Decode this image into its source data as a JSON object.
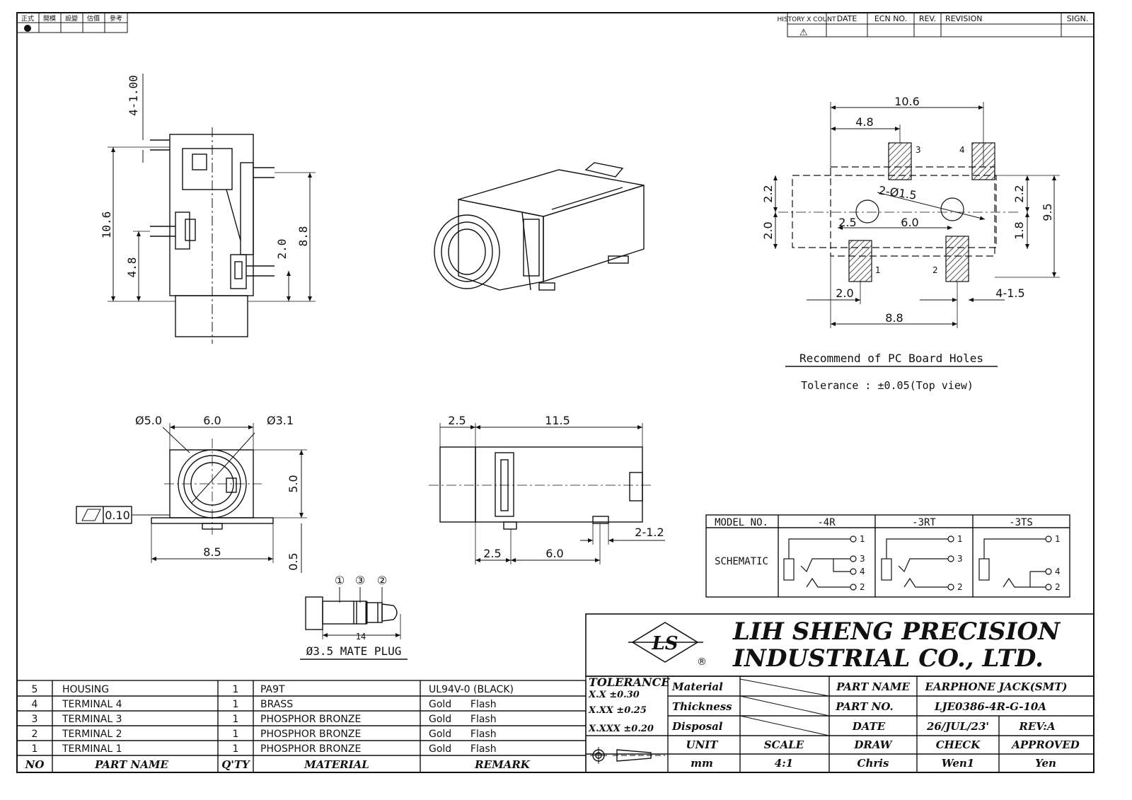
{
  "corner_stamp": {
    "labels": [
      "正式",
      "開模",
      "設變",
      "估價",
      "參考"
    ],
    "selected": "●"
  },
  "revision_block": {
    "headers": [
      "HISTORY X COUNT",
      "DATE",
      "ECN NO.",
      "REV.",
      "REVISION",
      "SIGN."
    ],
    "warning": "⚠"
  },
  "side_view": {
    "dims": [
      "4-1.00",
      "10.6",
      "4.8",
      "2.0",
      "8.8"
    ]
  },
  "top_view": {
    "dims": [
      "10.6",
      "4.8",
      "2.2",
      "2-Ø1.5",
      "2.2",
      "9.5",
      "2.0",
      "2.5",
      "6.0",
      "1.8",
      "2.0",
      "4-1.5",
      "8.8"
    ],
    "pin_labels": [
      "3",
      "4",
      "1",
      "2"
    ]
  },
  "pcb_note": {
    "title": "Recommend of PC Board Holes",
    "tolerance": "Tolerance : ±0.05(Top view)"
  },
  "front_view": {
    "dims": [
      "Ø5.0",
      "6.0",
      "Ø3.1",
      "5.0",
      "8.5",
      "0.5"
    ],
    "flatness": "0.10"
  },
  "bottom_view": {
    "dims": [
      "2.5",
      "11.5",
      "2-1.2",
      "2.5",
      "6.0"
    ]
  },
  "plug": {
    "markers": [
      "①",
      "③",
      "②"
    ],
    "length": "14",
    "label": "Ø3.5 MATE PLUG"
  },
  "schematic": {
    "model_label": "MODEL NO.",
    "models": [
      "-4R",
      "-3RT",
      "-3TS"
    ],
    "row_label": "SCHEMATIC",
    "pins": [
      [
        "1",
        "3",
        "4",
        "2"
      ],
      [
        "1",
        "3",
        "2"
      ],
      [
        "1",
        "4",
        "2"
      ]
    ]
  },
  "company": {
    "line1": "LIH SHENG PRECISION",
    "line2": "INDUSTRIAL CO., LTD.",
    "logo": "LS",
    "registered": "®"
  },
  "bom": {
    "rows": [
      {
        "no": "5",
        "name": "HOUSING",
        "qty": "1",
        "material": "PA9T",
        "remark": "UL94V-0 (BLACK)"
      },
      {
        "no": "4",
        "name": "TERMINAL 4",
        "qty": "1",
        "material": "BRASS",
        "remark": "Gold      Flash"
      },
      {
        "no": "3",
        "name": "TERMINAL 3",
        "qty": "1",
        "material": "PHOSPHOR BRONZE",
        "remark": "Gold      Flash"
      },
      {
        "no": "2",
        "name": "TERMINAL 2",
        "qty": "1",
        "material": "PHOSPHOR BRONZE",
        "remark": "Gold      Flash"
      },
      {
        "no": "1",
        "name": "TERMINAL 1",
        "qty": "1",
        "material": "PHOSPHOR BRONZE",
        "remark": "Gold      Flash"
      }
    ],
    "headers": {
      "no": "NO",
      "name": "PART NAME",
      "qty": "Q'TY",
      "material": "MATERIAL",
      "remark": "REMARK"
    }
  },
  "title_block": {
    "tolerance": "TOLERANCE",
    "tol_rows": [
      "X.X   ±0.30",
      "X.XX  ±0.25",
      "X.XXX ±0.20"
    ],
    "material": "Material",
    "thickness": "Thickness",
    "disposal": "Disposal",
    "part_name_label": "PART NAME",
    "part_name": "EARPHONE JACK(SMT)",
    "part_no_label": "PART NO.",
    "part_no": "LJE0386-4R-G-10A",
    "date_label": "DATE",
    "date": "26/JUL/23'",
    "rev": "REV:A",
    "unit_label": "UNIT",
    "unit": "mm",
    "scale_label": "SCALE",
    "scale": "4:1",
    "draw_label": "DRAW",
    "draw": "Chris",
    "check_label": "CHECK",
    "check": "Wen1",
    "approved_label": "APPROVED",
    "approved": "Yen"
  }
}
